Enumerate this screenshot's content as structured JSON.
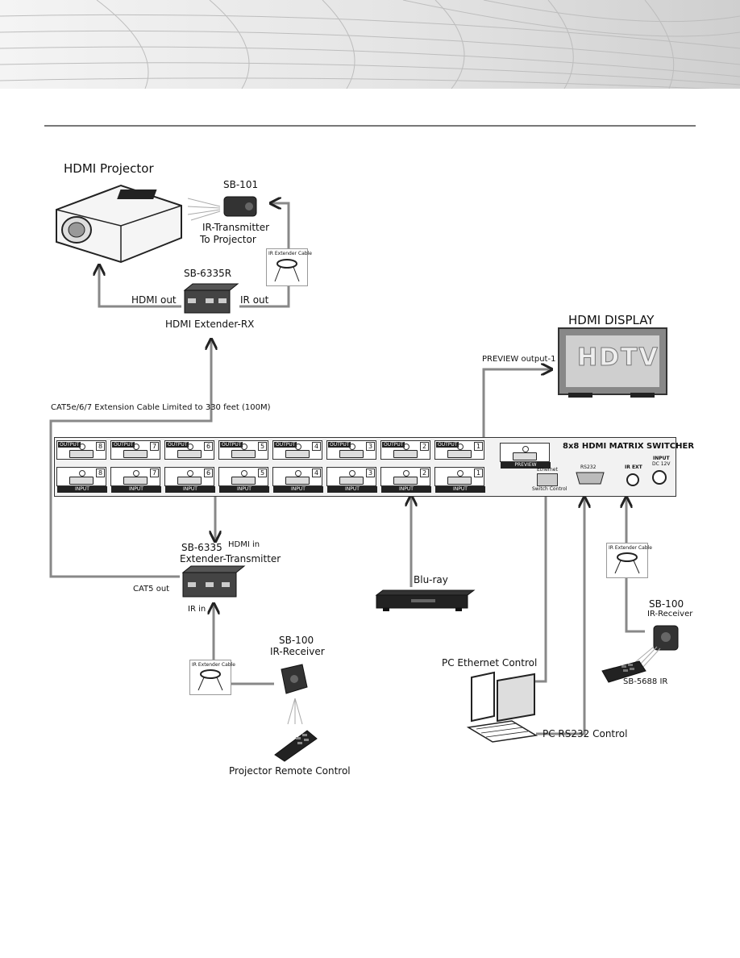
{
  "colors": {
    "cable": "#888888",
    "outline": "#222222",
    "panel": "#f2f2f2",
    "header_grid": "#bdbdbd"
  },
  "projector": {
    "title": "HDMI Projector",
    "icon": "projector-icon"
  },
  "sb101": {
    "model": "SB-101",
    "desc_line1": "IR-Transmitter",
    "desc_line2": "To Projector",
    "icon": "ir-transmitter-icon"
  },
  "ir_ext_cable_label": "IR Extender Cable",
  "rx": {
    "model": "SB-6335R",
    "hdmi_out": "HDMI out",
    "ir_out": "IR out",
    "name": "HDMI Extender-RX",
    "icon": "extender-receiver-icon"
  },
  "display": {
    "title": "HDMI DISPLAY",
    "screen_text": "HDTV",
    "preview": "PREVIEW output-1",
    "icon": "hdtv-display-icon"
  },
  "cat_cable": "CAT5e/6/7 Extension Cable Limited to 330 feet (100M)",
  "switcher": {
    "title": "8x8 HDMI MATRIX SWITCHER",
    "output_tag": "OUTPUT",
    "input_tag": "INPUT",
    "preview_tag": "PREVIEW",
    "ethernet": "Ethernet",
    "switch_control": "Switch Control",
    "rs232": "RS232",
    "ir_ext": "IR EXT",
    "input_power": "INPUT",
    "power_spec": "DC 12V",
    "port_numbers": [
      "8",
      "7",
      "6",
      "5",
      "4",
      "3",
      "2",
      "1"
    ]
  },
  "tx": {
    "model": "SB-6335",
    "hdmi_in": "HDMI in",
    "name": "Extender-Transmitter",
    "cat5_out": "CAT5 out",
    "ir_in": "IR in",
    "icon": "extender-transmitter-icon"
  },
  "bluray": {
    "label": "Blu-ray",
    "icon": "bluray-player-icon"
  },
  "sb100_right": {
    "model": "SB-100",
    "desc": "IR-Receiver",
    "remote": "SB-5688 IR"
  },
  "sb100_left": {
    "model": "SB-100",
    "desc": "IR-Receiver"
  },
  "pc": {
    "ethernet": "PC Ethernet Control",
    "rs232": "PC RS232 Control",
    "icon": "pc-computer-icon"
  },
  "remote_left": {
    "label": "Projector Remote Control",
    "icon": "remote-control-icon"
  }
}
